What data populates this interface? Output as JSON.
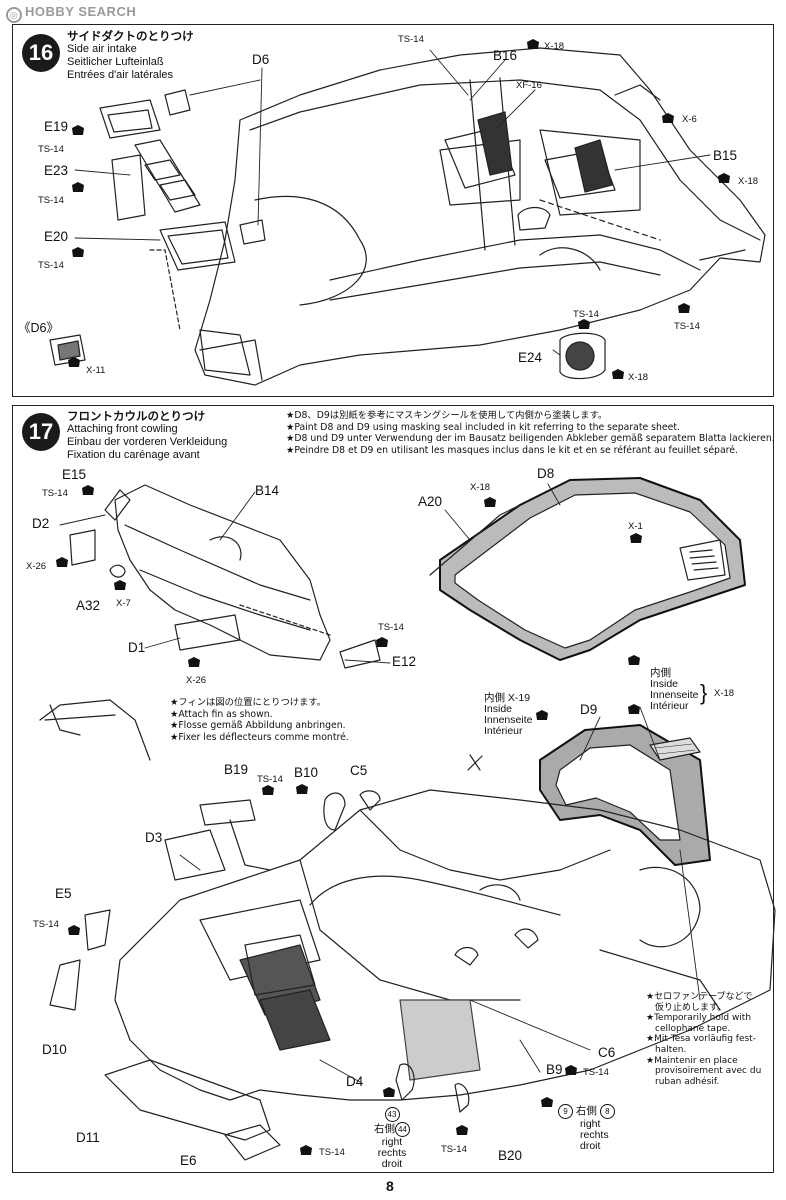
{
  "watermark": "HOBBY SEARCH",
  "page_number": "8",
  "step16": {
    "number": "16",
    "title_jp": "サイドダクトのとりつけ",
    "title_en": "Side air intake",
    "title_de": "Seitlicher Lufteinlaß",
    "title_fr": "Entrées d'air latérales",
    "labels": {
      "d6_top": "D6",
      "e19": "E19",
      "e23": "E23",
      "e20": "E20",
      "ts14_a": "TS-14",
      "ts14_b": "TS-14",
      "ts14_c": "TS-14",
      "ts14_top": "TS-14",
      "d6_bracket": "《D6》",
      "x11": "X-11",
      "b16": "B16",
      "x18_b16": "X-18",
      "xf16": "XF-16",
      "x6": "X-6",
      "b15": "B15",
      "x18_b15": "X-18",
      "ts14_right": "TS-14",
      "ts14_e24": "TS-14",
      "e24": "E24",
      "x18_e24": "X-18"
    }
  },
  "step17": {
    "number": "17",
    "title_jp": "フロントカウルのとりつけ",
    "title_en": "Attaching front cowling",
    "title_de": "Einbau der vorderen Verkleidung",
    "title_fr": "Fixation du carénage avant",
    "paint_note": [
      "★D8、D9は別紙を参考にマスキングシールを使用して内側から塗装します。",
      "★Paint D8 and D9 using masking seal included in kit referring to the separate sheet.",
      "★D8 und D9 unter Verwendung der im Bausatz beiligenden Abkleber gemäß separatem Blatta lackieren.",
      "★Peindre D8 et D9 en utilisant les masques inclus dans le kit et en se référant au feuillet séparé."
    ],
    "fin_note": [
      "★フィンは図の位置にとりつけます。",
      "★Attach fin as shown.",
      "★Flosse gemäß Abbildung anbringen.",
      "★Fixer les déflecteurs comme montré."
    ],
    "tape_note": [
      "★セロファンテープなどで",
      "　仮り止めします。",
      "★Temporarily hold with",
      "　cellophane tape.",
      "★Mit Tesa vorläufig fest-",
      "　halten.",
      "★Maintenir en place",
      "　provisoirement avec du",
      "　ruban adhésif."
    ],
    "inside_top": {
      "jp": "内側",
      "en": "Inside",
      "de": "Innenseite",
      "fr": "Intérieur",
      "code": "X-18"
    },
    "inside_mid": {
      "jp": "内側",
      "code": "X-19",
      "en": "Inside",
      "de": "Innenseite",
      "fr": "Intérieur"
    },
    "right43": {
      "num": "43",
      "jp": "右側",
      "num2": "44",
      "en": "right",
      "de": "rechts",
      "fr": "droit"
    },
    "right9": {
      "num": "9",
      "jp": "右側",
      "num2": "8",
      "en": "right",
      "de": "rechts",
      "fr": "droit"
    },
    "labels": {
      "e15": "E15",
      "ts14_e15": "TS-14",
      "d2": "D2",
      "x26_d2": "X-26",
      "a32": "A32",
      "x7": "X-7",
      "b14": "B14",
      "d1": "D1",
      "x26_d1": "X-26",
      "ts14_e12": "TS-14",
      "e12": "E12",
      "a20": "A20",
      "x18_a20": "X-18",
      "d8": "D8",
      "x1": "X-1",
      "d9": "D9",
      "b19": "B19",
      "ts14_b19": "TS-14",
      "b10": "B10",
      "c5": "C5",
      "d3": "D3",
      "e5": "E5",
      "ts14_e5": "TS-14",
      "d10": "D10",
      "d11": "D11",
      "e6": "E6",
      "ts14_e6": "TS-14",
      "d4": "D4",
      "ts14_b20": "TS-14",
      "b20": "B20",
      "b9": "B9",
      "ts14_b9": "TS-14",
      "c6": "C6"
    }
  }
}
